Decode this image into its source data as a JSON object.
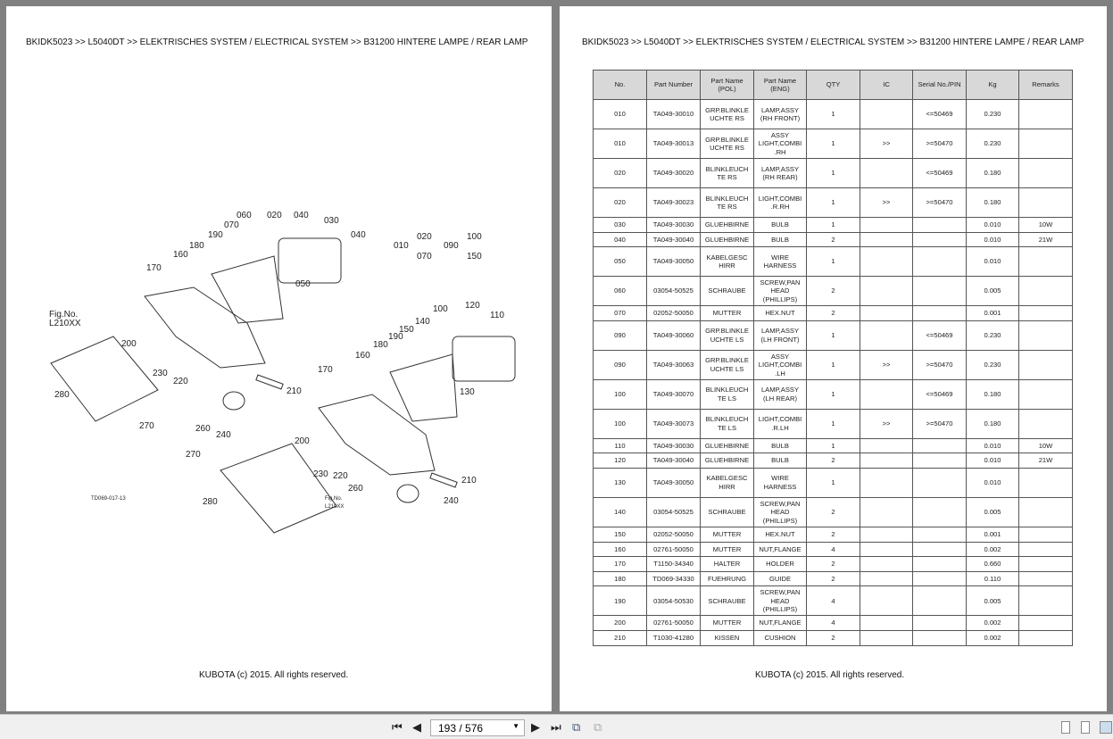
{
  "header": "BKIDK5023 >> L5040DT >> ELEKTRISCHES SYSTEM / ELECTRICAL SYSTEM >> B31200   HINTERE LAMPE / REAR LAMP",
  "footer": "KUBOTA (c) 2015. All rights reserved.",
  "diagram": {
    "labels": [
      "060",
      "020",
      "040",
      "030",
      "070",
      "190",
      "040",
      "180",
      "160",
      "170",
      "050",
      "Fig.No.",
      "L210XX",
      "200",
      "230",
      "220",
      "280",
      "270",
      "210",
      "260",
      "240",
      "100",
      "120",
      "110",
      "150",
      "140",
      "180",
      "190",
      "160",
      "170",
      "130",
      "210",
      "200",
      "230",
      "220",
      "270",
      "260",
      "280",
      "240",
      "Fig.No.",
      "L210XX",
      "TD069-017-13",
      "010",
      "020",
      "070",
      "090",
      "100",
      "150"
    ]
  },
  "table": {
    "headers": [
      "No.",
      "Part Number",
      "Part Name (POL)",
      "Part Name (ENG)",
      "QTY",
      "IC",
      "Serial No./PIN",
      "Kg",
      "Remarks"
    ],
    "rows": [
      [
        "010",
        "TA049-30010",
        "GRP.BLINKLE UCHTE RS",
        "LAMP,ASSY (RH FRONT)",
        "1",
        "",
        "<=50469",
        "0.230",
        ""
      ],
      [
        "010",
        "TA049-30013",
        "GRP.BLINKLE UCHTE RS",
        "ASSY LIGHT,COMBI .RH",
        "1",
        ">>",
        ">=50470",
        "0.230",
        ""
      ],
      [
        "020",
        "TA049-30020",
        "BLINKLEUCH TE RS",
        "LAMP,ASSY (RH REAR)",
        "1",
        "",
        "<=50469",
        "0.180",
        ""
      ],
      [
        "020",
        "TA049-30023",
        "BLINKLEUCH TE RS",
        "LIGHT,COMBI .R.RH",
        "1",
        ">>",
        ">=50470",
        "0.180",
        ""
      ],
      [
        "030",
        "TA049-30030",
        "GLUEHBIRNE",
        "BULB",
        "1",
        "",
        "",
        "0.010",
        "10W"
      ],
      [
        "040",
        "TA049-30040",
        "GLUEHBIRNE",
        "BULB",
        "2",
        "",
        "",
        "0.010",
        "21W"
      ],
      [
        "050",
        "TA049-30050",
        "KABELGESC HIRR",
        "WIRE HARNESS",
        "1",
        "",
        "",
        "0.010",
        ""
      ],
      [
        "060",
        "03054-50525",
        "SCHRAUBE",
        "SCREW,PAN HEAD (PHILLIPS)",
        "2",
        "",
        "",
        "0.005",
        ""
      ],
      [
        "070",
        "02052-50050",
        "MUTTER",
        "HEX.NUT",
        "2",
        "",
        "",
        "0.001",
        ""
      ],
      [
        "090",
        "TA049-30060",
        "GRP.BLINKLE UCHTE LS",
        "LAMP,ASSY (LH FRONT)",
        "1",
        "",
        "<=50469",
        "0.230",
        ""
      ],
      [
        "090",
        "TA049-30063",
        "GRP.BLINKLE UCHTE LS",
        "ASSY LIGHT,COMBI .LH",
        "1",
        ">>",
        ">=50470",
        "0.230",
        ""
      ],
      [
        "100",
        "TA049-30070",
        "BLINKLEUCH TE LS",
        "LAMP,ASSY (LH REAR)",
        "1",
        "",
        "<=50469",
        "0.180",
        ""
      ],
      [
        "100",
        "TA049-30073",
        "BLINKLEUCH TE LS",
        "LIGHT,COMBI .R.LH",
        "1",
        ">>",
        ">=50470",
        "0.180",
        ""
      ],
      [
        "110",
        "TA049-30030",
        "GLUEHBIRNE",
        "BULB",
        "1",
        "",
        "",
        "0.010",
        "10W"
      ],
      [
        "120",
        "TA049-30040",
        "GLUEHBIRNE",
        "BULB",
        "2",
        "",
        "",
        "0.010",
        "21W"
      ],
      [
        "130",
        "TA049-30050",
        "KABELGESC HIRR",
        "WIRE HARNESS",
        "1",
        "",
        "",
        "0.010",
        ""
      ],
      [
        "140",
        "03054-50525",
        "SCHRAUBE",
        "SCREW,PAN HEAD (PHILLIPS)",
        "2",
        "",
        "",
        "0.005",
        ""
      ],
      [
        "150",
        "02052-50050",
        "MUTTER",
        "HEX.NUT",
        "2",
        "",
        "",
        "0.001",
        ""
      ],
      [
        "160",
        "02761-50050",
        "MUTTER",
        "NUT,FLANGE",
        "4",
        "",
        "",
        "0.002",
        ""
      ],
      [
        "170",
        "T1150-34340",
        "HALTER",
        "HOLDER",
        "2",
        "",
        "",
        "0.660",
        ""
      ],
      [
        "180",
        "TD069-34330",
        "FUEHRUNG",
        "GUIDE",
        "2",
        "",
        "",
        "0.110",
        ""
      ],
      [
        "190",
        "03054-50530",
        "SCHRAUBE",
        "SCREW,PAN HEAD (PHILLIPS)",
        "4",
        "",
        "",
        "0.005",
        ""
      ],
      [
        "200",
        "02761-50050",
        "MUTTER",
        "NUT,FLANGE",
        "4",
        "",
        "",
        "0.002",
        ""
      ],
      [
        "210",
        "T1030-41280",
        "KISSEN",
        "CUSHION",
        "2",
        "",
        "",
        "0.002",
        ""
      ]
    ]
  },
  "toolbar": {
    "page_value": "193 / 576"
  }
}
